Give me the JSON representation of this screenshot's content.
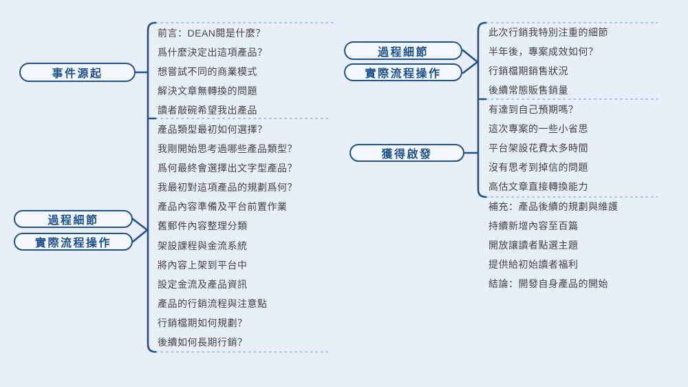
{
  "diagram": {
    "type": "mindmap",
    "colors": {
      "background": "#E9EFF8",
      "node_border": "#1E508C",
      "node_fill": "#F3F8FD",
      "node_text": "#1E508C",
      "item_text": "#3F4449",
      "dashed_line": "#8FB3D9"
    },
    "nodes": {
      "origin": "事件源起",
      "left_process": "過程細節",
      "left_operation": "實際流程操作",
      "right_process": "過程細節",
      "right_operation": "實際流程操作",
      "inspiration": "獲得啟發"
    },
    "lists": {
      "origin": [
        "前言：DEAN閱是什麼？",
        "爲什麼決定出這項產品？",
        "想嘗試不同的商業模式",
        "解決文章無轉換的問題",
        "讀者敲碗希望我出產品"
      ],
      "process_left": [
        "產品類型最初如何選擇？",
        "我剛開始思考過哪些產品類型？",
        "爲何最終會選擇出文字型產品？",
        "我最初對這項產品的規劃爲何？",
        "產品內容準備及平台前置作業",
        "舊郵件內容整理分類",
        "架設課程與金流系統",
        "將內容上架到平台中",
        "設定金流及產品資訊",
        "產品的行銷流程與注意點",
        "行銷檔期如何規劃？",
        "後續如何長期行銷？"
      ],
      "process_right": [
        "此次行銷我特別注重的細節",
        "半年後，專案成效如何？",
        "行銷檔期銷售狀況",
        "後續常態販售銷量"
      ],
      "inspiration": [
        "有達到自己預期嗎？",
        "這次專案的一些小省思",
        "平台架設花費太多時間",
        "沒有思考到掉信的問題",
        "高估文章直接轉換能力"
      ],
      "conclusion": [
        "補充：產品後續的規劃與維護",
        "持續新增內容至百篇",
        "開放讓讀者點選主題",
        "提供給初始讀者福利",
        "結論：開發自身產品的開始"
      ]
    }
  }
}
